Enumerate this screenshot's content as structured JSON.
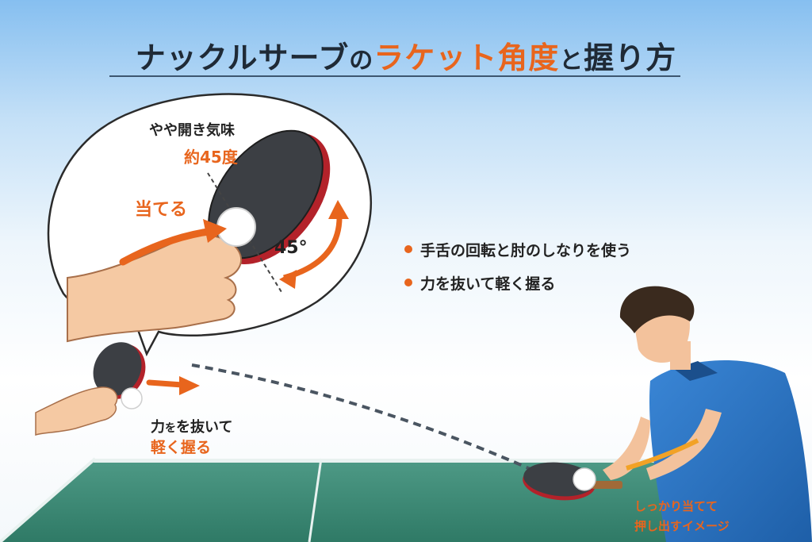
{
  "title": {
    "part1": "ナックルサーブ",
    "part2": "の",
    "part3": "ラケット角度",
    "part4": "と",
    "part5": "握り方"
  },
  "bubble": {
    "line1": "やや開き気味",
    "line2": "約45度",
    "contact": "当てる",
    "angle": "45°"
  },
  "bullets": [
    "手舌の回転と肘のしなりを使う",
    "力を抜いて軽く握る"
  ],
  "grip_caption": {
    "part_a": "力",
    "part_b": "を",
    "part_c": "を抜いて",
    "line2": "軽く握る"
  },
  "player_caption": {
    "line1": "しっかり当てて",
    "line2": "押し出すイメージ"
  },
  "colors": {
    "accent": "#e8651d",
    "title": "#1f2a36",
    "table": "#3f8a76",
    "shirt": "#2a73c2"
  }
}
